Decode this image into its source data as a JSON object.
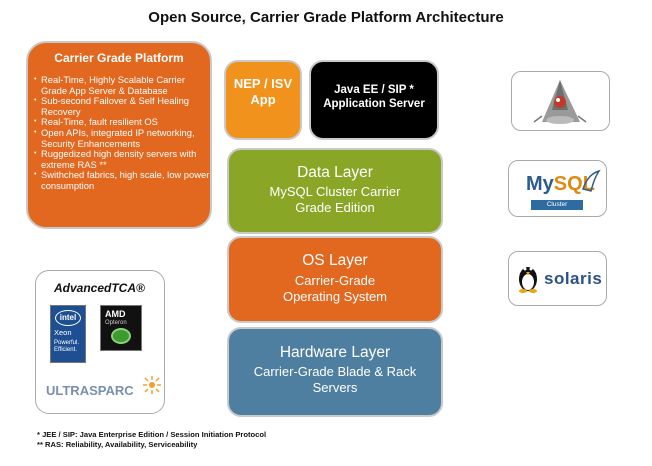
{
  "title": "Open Source, Carrier Grade Platform Architecture",
  "carrier_grade": {
    "title": "Carrier Grade Platform",
    "items": [
      "Real-Time, Highly Scalable Carrier Grade App Server & Database",
      "Sub-second Failover & Self Healing Recovery",
      "Real-Time, fault resilient OS",
      "Open APIs, integrated IP networking, Security Enhancements",
      "Ruggedized high density servers with extreme RAS **",
      "Swithched fabrics, high scale, low power consumption"
    ]
  },
  "layers": {
    "nep": "NEP / ISV App",
    "java": "Java EE / SIP * Application Server",
    "data": {
      "main": "Data Layer",
      "sub": "MySQL Cluster Carrier Grade Edition"
    },
    "os": {
      "main": "OS Layer",
      "sub": "Carrier-Grade Operating System"
    },
    "hw": {
      "main": "Hardware Layer",
      "sub": "Carrier-Grade Blade & Rack Servers"
    }
  },
  "logos": {
    "mysql": {
      "my": "My",
      "sql": "SQL",
      "sub": "Cluster"
    },
    "solaris": "solaris",
    "hardware": {
      "atca": "AdvancedTCA®",
      "intel": "intel",
      "xeon": "Xeon",
      "intel_tag": "Powerful. Efficient.",
      "amd": "AMD",
      "opteron": "Opteron",
      "ultrasparc": "ULTRASPARC"
    }
  },
  "footnotes": [
    "* JEE / SIP: Java Enterprise Edition / Session Initiation Protocol",
    "** RAS: Reliability, Availability, Serviceability"
  ],
  "colors": {
    "orange": "#e2671f",
    "light_orange": "#f0921b",
    "green": "#8aa626",
    "blue": "#4f7fa0",
    "black": "#000000"
  }
}
